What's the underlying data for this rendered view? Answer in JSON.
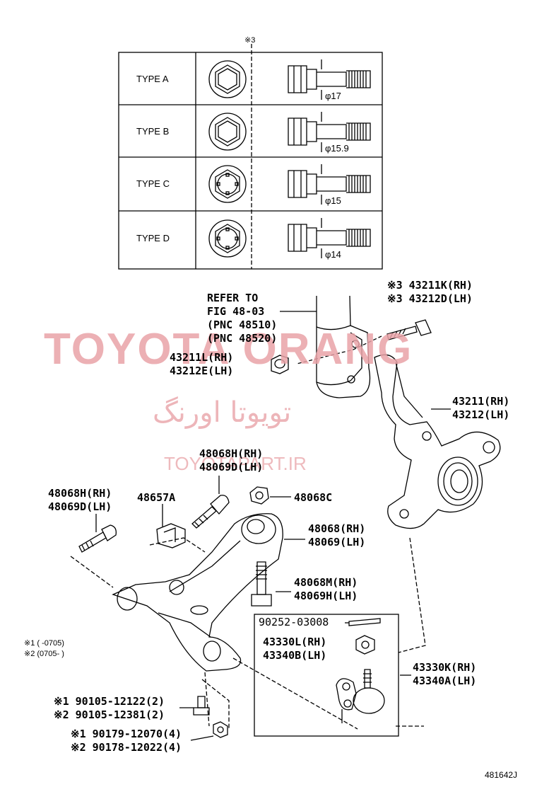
{
  "bolt_table": {
    "header_note": "※3",
    "types": [
      {
        "label": "TYPE A",
        "dimension": "φ17"
      },
      {
        "label": "TYPE B",
        "dimension": "φ15.9"
      },
      {
        "label": "TYPE C",
        "dimension": "φ15"
      },
      {
        "label": "TYPE D",
        "dimension": "φ14"
      }
    ]
  },
  "callouts": {
    "refer": [
      "REFER TO",
      "FIG 48-03",
      "(PNC 48510)",
      "(PNC 48520)"
    ],
    "hub_bolt": [
      "※3 43211K(RH)",
      "※3 43212D(LH)"
    ],
    "nut_left": [
      "43211L(RH)",
      "43212E(LH)"
    ],
    "knuckle": [
      "43211(RH)",
      "43212(LH)"
    ],
    "bolt_upper": [
      "48068H(RH)",
      "48069D(LH)"
    ],
    "bolt_left": [
      "48068H(RH)",
      "48069D(LH)"
    ],
    "bracket": "48657A",
    "nut_c": "48068C",
    "arm": [
      "48068(RH)",
      "48069(LH)"
    ],
    "bolt_m": [
      "48068M(RH)",
      "48069H(LH)"
    ],
    "cotter_pin": "90252-03008",
    "ball_nut": [
      "43330L(RH)",
      "43340B(LH)"
    ],
    "ball_joint": [
      "43330K(RH)",
      "43340A(LH)"
    ],
    "date_notes": [
      "※1 (      -0705)",
      "※2 (0705-      )"
    ],
    "bolts_bottom": [
      "※1 90105-12122(2)",
      "※2 90105-12381(2)"
    ],
    "nuts_bottom": [
      "※1 90179-12070(4)",
      "※2 90178-12022(4)"
    ],
    "figure_id": "481642J"
  },
  "watermark": {
    "main": "TOYOTA ORANG",
    "arabic": "تویوتا اورنگ",
    "url": "TOYOTAPART.IR"
  },
  "colors": {
    "ink": "#000000",
    "watermark": "#e9a3a8"
  }
}
